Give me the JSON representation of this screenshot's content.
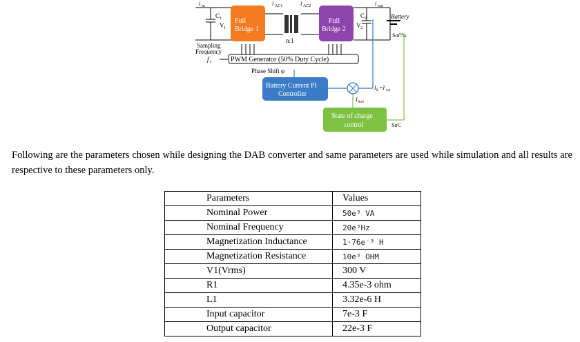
{
  "diagram": {
    "label_iin": "i",
    "label_iin_sub": "in",
    "label_iac1": "i",
    "label_iac1_sub": "AC1",
    "label_iac2": "i",
    "label_iac2_sub": "AC2",
    "label_iout": "i",
    "label_iout_sub": "out",
    "label_c1": "C",
    "label_c1_sub": "1",
    "label_v1": "V",
    "label_v1_sub": "1",
    "label_c2": "C",
    "label_c2_sub": "2",
    "label_v2": "V",
    "label_v2_sub": "2",
    "full_bridge_1": [
      "Full",
      "Bridge 1"
    ],
    "full_bridge_2": [
      "Full",
      "Bridge 2"
    ],
    "turns_ratio": "n:1",
    "battery": "Battery",
    "soc_percent": "SoC%",
    "sampling_freq": [
      "Sampling",
      "Frequency"
    ],
    "fs_label": "f",
    "fs_sub": "s",
    "pwm_generator": "PWM Generator (50% Duty Cycle)",
    "phase_shift": "Phase Shift φ",
    "pi_controller": [
      "Battery Current PI",
      "Controller"
    ],
    "ib_label": "I",
    "ib_sub": "B",
    "ib_eq": "=I",
    "ib_eq_sub": "out",
    "ibref_label": "I",
    "ibref_sub": "Bref",
    "soc_control": [
      "State of charge",
      "control"
    ],
    "soc": "SoC",
    "colors": {
      "bridge1": "#f47b20",
      "bridge2": "#8e44ad",
      "pi": "#3a7cc7",
      "soc_ctrl": "#7dc242",
      "wire_blue": "#2e75c9",
      "wire_green": "#7dc242"
    }
  },
  "paragraph": "Following are the parameters chosen while designing the DAB converter and same parameters are used while simulation and all results are respective to these parameters only.",
  "table": {
    "header": [
      "Parameters",
      "Values"
    ],
    "rows": [
      [
        "Nominal Power",
        "50e³ VA"
      ],
      [
        "Nominal Frequency",
        "20e³Hz"
      ],
      [
        "Magnetization Inductance",
        "1·76e⁻³ H"
      ],
      [
        "Magnetization Resistance",
        "10e³ OHM"
      ],
      [
        "V1(Vrms)",
        "300 V"
      ],
      [
        "R1",
        "4.35e-3 ohm"
      ],
      [
        "L1",
        "3.32e-6 H"
      ],
      [
        "Input capacitor",
        "7e-3 F"
      ],
      [
        "Output capacitor",
        "22e-3 F"
      ]
    ]
  }
}
